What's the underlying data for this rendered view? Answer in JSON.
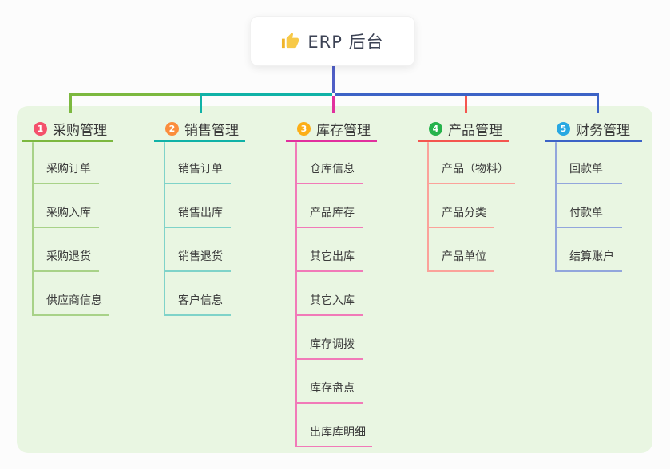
{
  "root": {
    "title": "ERP 后台",
    "icon": "thumbs-up-icon",
    "line_color": "#4f5ec6"
  },
  "branches": [
    {
      "number": "1",
      "title": "采购管理",
      "badge_color": "#f4516c",
      "line_color": "#7cb83f",
      "light_color": "#a8d288",
      "children": [
        "采购订单",
        "采购入库",
        "采购退货",
        "供应商信息"
      ]
    },
    {
      "number": "2",
      "title": "销售管理",
      "badge_color": "#fb8d3c",
      "line_color": "#10b2a7",
      "light_color": "#7fd3c9",
      "children": [
        "销售订单",
        "销售出库",
        "销售退货",
        "客户信息"
      ]
    },
    {
      "number": "3",
      "title": "库存管理",
      "badge_color": "#fcaf17",
      "line_color": "#e1309e",
      "light_color": "#f17ab8",
      "children": [
        "仓库信息",
        "产品库存",
        "其它出库",
        "其它入库",
        "库存调拨",
        "库存盘点",
        "出库库明细"
      ]
    },
    {
      "number": "4",
      "title": "产品管理",
      "badge_color": "#26b34c",
      "line_color": "#f4564f",
      "light_color": "#fba29a",
      "children": [
        "产品（物料）",
        "产品分类",
        "产品单位"
      ]
    },
    {
      "number": "5",
      "title": "财务管理",
      "badge_color": "#28a8e2",
      "line_color": "#3c63c6",
      "light_color": "#92a6dc",
      "children": [
        "回款单",
        "付款单",
        "结算账户"
      ]
    }
  ]
}
